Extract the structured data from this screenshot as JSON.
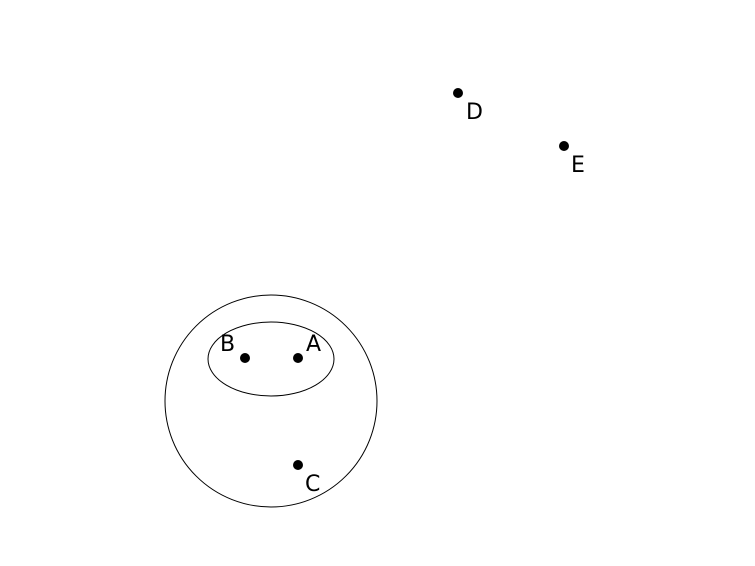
{
  "points": {
    "a": {
      "label": "A"
    },
    "b": {
      "label": "B"
    },
    "c": {
      "label": "C"
    },
    "d": {
      "label": "D"
    },
    "e": {
      "label": "E"
    }
  }
}
